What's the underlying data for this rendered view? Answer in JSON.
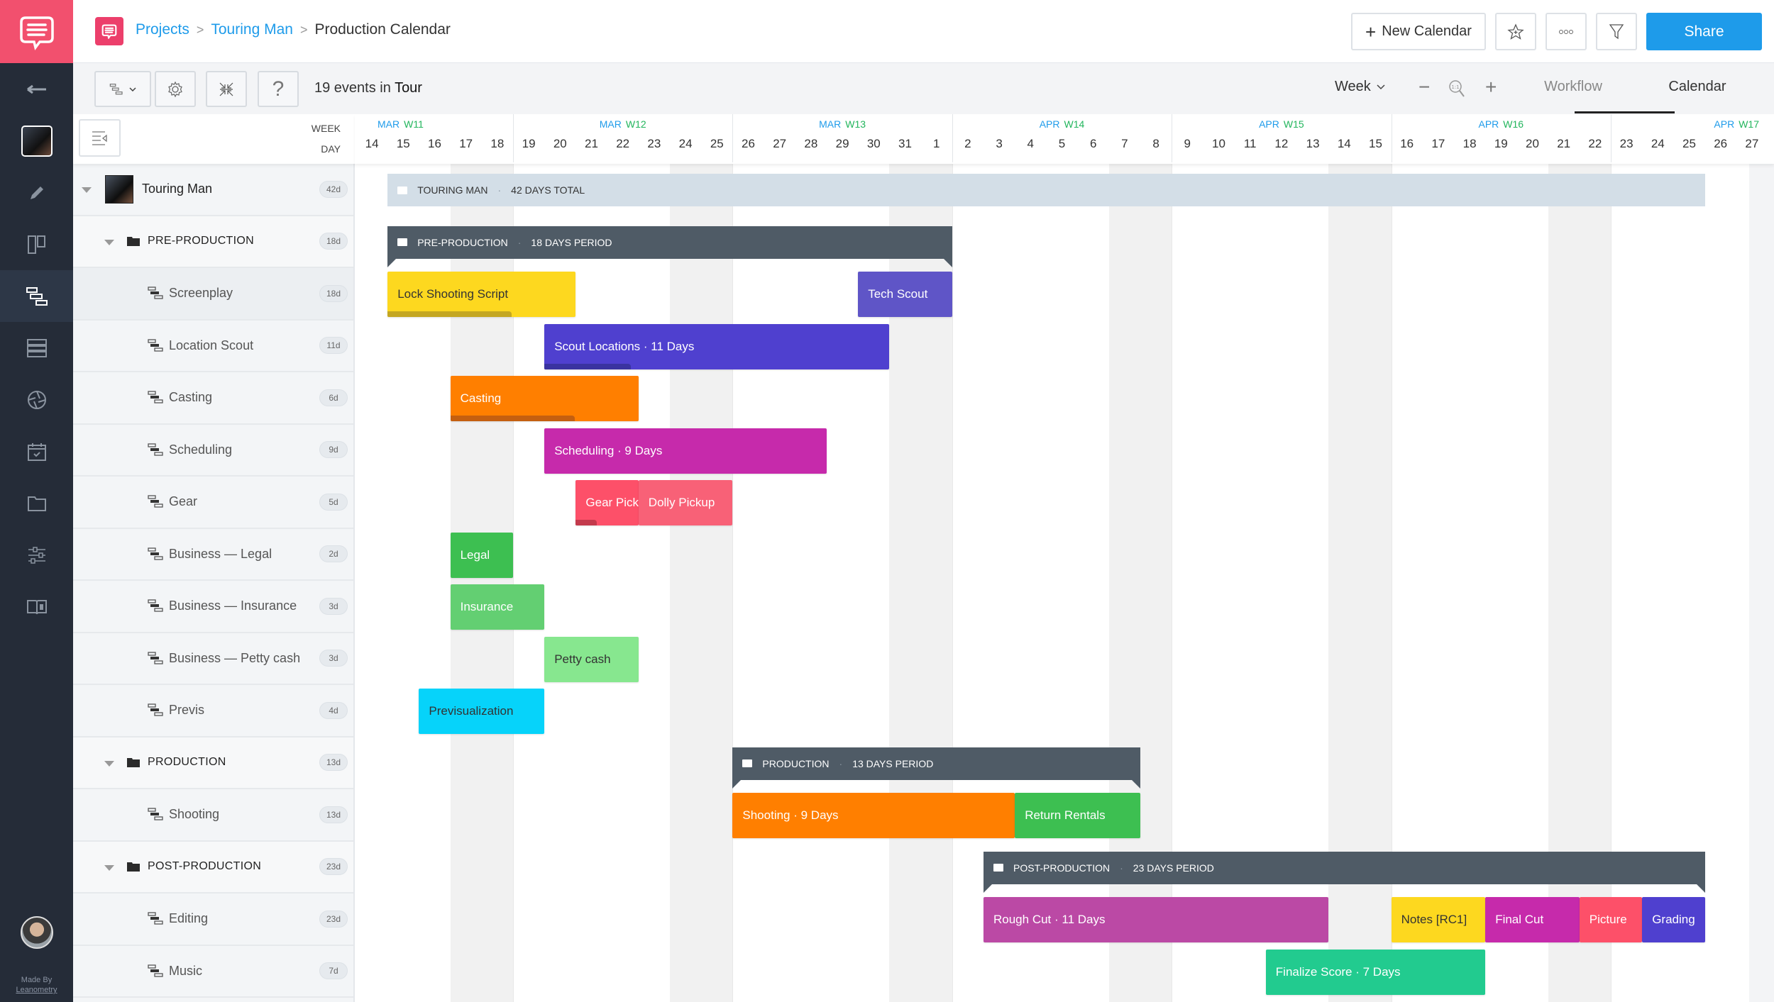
{
  "nav": {
    "logo": "chat-logo-icon",
    "items": [
      {
        "name": "back",
        "icon": "arrow-left-icon"
      },
      {
        "name": "project-thumbnail",
        "icon": "project-thumbnail"
      },
      {
        "name": "edit",
        "icon": "pencil-icon"
      },
      {
        "name": "board",
        "icon": "board-icon"
      },
      {
        "name": "gantt",
        "icon": "gantt-icon",
        "active": true
      },
      {
        "name": "list",
        "icon": "list-icon"
      },
      {
        "name": "shots",
        "icon": "aperture-icon"
      },
      {
        "name": "calendar",
        "icon": "calendar-check-icon"
      },
      {
        "name": "files",
        "icon": "folder-icon"
      },
      {
        "name": "settings",
        "icon": "sliders-icon"
      },
      {
        "name": "guide",
        "icon": "book-info-icon"
      }
    ],
    "made_by": "Made By",
    "made_by_company": "Leanometry"
  },
  "header": {
    "breadcrumb": [
      "Projects",
      "Touring Man",
      "Production Calendar"
    ],
    "new_calendar_label": "New Calendar",
    "share_label": "Share"
  },
  "toolbar": {
    "events_prefix": "19 events in",
    "events_scope": "Tour",
    "view_select": "Week",
    "tabs": [
      "Workflow",
      "Calendar"
    ],
    "active_tab": "Calendar"
  },
  "list": {
    "week_label": "WEEK",
    "day_label": "DAY",
    "rows": [
      {
        "type": "project",
        "label": "Touring Man",
        "duration": "42d"
      },
      {
        "type": "group",
        "label": "PRE-PRODUCTION",
        "duration": "18d"
      },
      {
        "type": "task",
        "label": "Screenplay",
        "duration": "18d",
        "active": true
      },
      {
        "type": "task",
        "label": "Location Scout",
        "duration": "11d"
      },
      {
        "type": "task",
        "label": "Casting",
        "duration": "6d"
      },
      {
        "type": "task",
        "label": "Scheduling",
        "duration": "9d"
      },
      {
        "type": "task",
        "label": "Gear",
        "duration": "5d"
      },
      {
        "type": "task",
        "label": "Business — Legal",
        "duration": "2d"
      },
      {
        "type": "task",
        "label": "Business — Insurance",
        "duration": "3d"
      },
      {
        "type": "task",
        "label": "Business — Petty cash",
        "duration": "3d"
      },
      {
        "type": "task",
        "label": "Previs",
        "duration": "4d"
      },
      {
        "type": "group",
        "label": "PRODUCTION",
        "duration": "13d"
      },
      {
        "type": "task",
        "label": "Shooting",
        "duration": "13d"
      },
      {
        "type": "group",
        "label": "POST-PRODUCTION",
        "duration": "23d"
      },
      {
        "type": "task",
        "label": "Editing",
        "duration": "23d"
      },
      {
        "type": "task",
        "label": "Music",
        "duration": "7d"
      }
    ]
  },
  "timeline": {
    "weeks": [
      {
        "month": "MAR",
        "week": "W11",
        "start": 0,
        "days": 5
      },
      {
        "month": "MAR",
        "week": "W12",
        "start": 5,
        "days": 7
      },
      {
        "month": "MAR",
        "week": "W13",
        "start": 12,
        "days": 7
      },
      {
        "month": "APR",
        "week": "W14",
        "start": 19,
        "days": 7
      },
      {
        "month": "APR",
        "week": "W15",
        "start": 26,
        "days": 7
      },
      {
        "month": "APR",
        "week": "W16",
        "start": 33,
        "days": 7
      },
      {
        "month": "APR",
        "week": "W17",
        "start": 40,
        "days": 5
      }
    ],
    "days": [
      "14",
      "15",
      "16",
      "17",
      "18",
      "19",
      "20",
      "21",
      "22",
      "23",
      "24",
      "25",
      "26",
      "27",
      "28",
      "29",
      "30",
      "31",
      "1",
      "2",
      "3",
      "4",
      "5",
      "6",
      "7",
      "8",
      "9",
      "10",
      "11",
      "12",
      "13",
      "14",
      "15",
      "16",
      "17",
      "18",
      "19",
      "20",
      "21",
      "22",
      "23",
      "24",
      "25",
      "26",
      "27"
    ],
    "weekend_starts": [
      3,
      10,
      17,
      24,
      31,
      38
    ],
    "summary": {
      "label": "TOURING MAN",
      "detail": "42 DAYS TOTAL",
      "row": 0,
      "start": 1,
      "end": 43
    },
    "groups": [
      {
        "label": "PRE-PRODUCTION",
        "detail": "18 DAYS PERIOD",
        "row": 1,
        "start": 1,
        "end": 19
      },
      {
        "label": "PRODUCTION",
        "detail": "13 DAYS PERIOD",
        "row": 11,
        "start": 12,
        "end": 25
      },
      {
        "label": "POST-PRODUCTION",
        "detail": "23 DAYS PERIOD",
        "row": 13,
        "start": 20,
        "end": 43
      }
    ],
    "events": [
      {
        "label": "Lock Shooting Script",
        "row": 2,
        "start": 1,
        "end": 7,
        "color": "#fdd81f",
        "dark": true,
        "progress": 0.66,
        "progress_color": "#c4a722"
      },
      {
        "label": "Tech Scout",
        "row": 2,
        "start": 16,
        "end": 19,
        "color": "#5f55c7"
      },
      {
        "label": "Scout Locations · 11 Days",
        "row": 3,
        "start": 6,
        "end": 17,
        "color": "#4f40cf",
        "progress": 0.25,
        "progress_color": "#3a33a0"
      },
      {
        "label": "Casting",
        "row": 4,
        "start": 3,
        "end": 9,
        "color": "#ff7f00",
        "progress": 0.66,
        "progress_color": "#c45f10"
      },
      {
        "label": "Scheduling · 9 Days",
        "row": 5,
        "start": 6,
        "end": 15,
        "color": "#c62aab"
      },
      {
        "label": "Gear Pick",
        "row": 6,
        "start": 7,
        "end": 9,
        "color": "#fd5069",
        "progress": 0.33,
        "progress_color": "#c33a4c"
      },
      {
        "label": "Dolly Pickup",
        "row": 6,
        "start": 9,
        "end": 12,
        "color": "#f86177"
      },
      {
        "label": "Legal",
        "row": 7,
        "start": 3,
        "end": 5,
        "color": "#3dbf51"
      },
      {
        "label": "Insurance",
        "row": 8,
        "start": 3,
        "end": 6,
        "color": "#63cf72"
      },
      {
        "label": "Petty cash",
        "row": 9,
        "start": 6,
        "end": 9,
        "color": "#87e78f",
        "dark": true
      },
      {
        "label": "Previsualization",
        "row": 10,
        "start": 2,
        "end": 6,
        "color": "#06d3fa",
        "dark": true
      },
      {
        "label": "Shooting · 9 Days",
        "row": 12,
        "start": 12,
        "end": 21,
        "color": "#ff7f00"
      },
      {
        "label": "Return Rentals",
        "row": 12,
        "start": 21,
        "end": 25,
        "color": "#3dbf51"
      },
      {
        "label": "Rough Cut · 11 Days",
        "row": 14,
        "start": 20,
        "end": 31,
        "color": "#bb49a5"
      },
      {
        "label": "Notes [RC1]",
        "row": 14,
        "start": 33,
        "end": 36,
        "color": "#fdd81f",
        "dark": true
      },
      {
        "label": "Final Cut",
        "row": 14,
        "start": 36,
        "end": 39,
        "color": "#c62aab"
      },
      {
        "label": "Picture",
        "row": 14,
        "start": 39,
        "end": 41,
        "color": "#fd5069"
      },
      {
        "label": "Grading",
        "row": 14,
        "start": 41,
        "end": 43,
        "color": "#4f40cf"
      },
      {
        "label": "Finalize Score · 7 Days",
        "row": 15,
        "start": 29,
        "end": 36,
        "color": "#22cb8f"
      }
    ]
  },
  "colors": {
    "accent_blue": "#1e9bea",
    "brand_pink": "#f2506e",
    "week_green": "#22b55c",
    "nav_bg": "#252c38",
    "group_bar": "#4f5b66",
    "summary_bar": "#d3dee7"
  }
}
